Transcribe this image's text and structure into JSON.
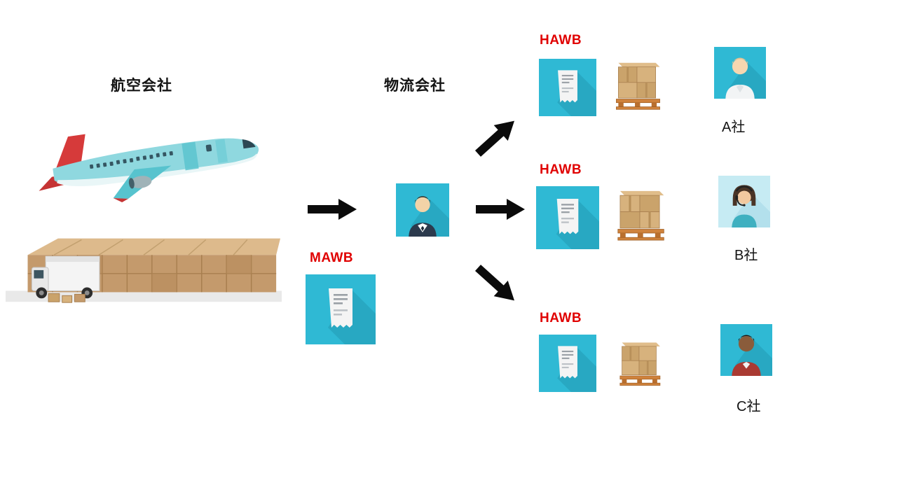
{
  "diagram": {
    "airline_label": "航空会社",
    "logistics_label": "物流会社",
    "mawb_label": "MAWB",
    "hawb_rows": [
      {
        "label": "HAWB",
        "company": "A社"
      },
      {
        "label": "HAWB",
        "company": "B社"
      },
      {
        "label": "HAWB",
        "company": "C社"
      }
    ],
    "icons": [
      "airplane-icon",
      "warehouse-cargo-icon",
      "mawb-document-icon",
      "forwarder-person-icon",
      "hawb-document-icon",
      "pallet-boxes-icon",
      "company-a-avatar",
      "company-b-avatar",
      "company-c-avatar",
      "flow-arrow-icon"
    ],
    "colors": {
      "accent_teal": "#2fb9d4",
      "label_red": "#e00000",
      "arrow_black": "#0b0b0b",
      "cardboard": "#c9a06a",
      "background": "#ffffff"
    }
  }
}
